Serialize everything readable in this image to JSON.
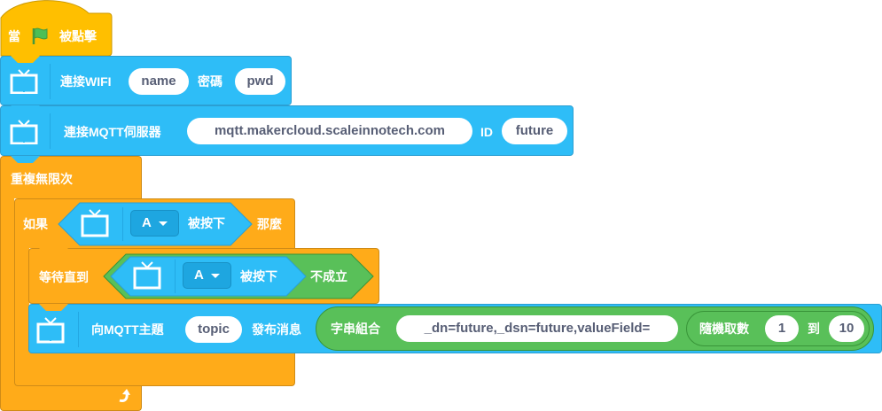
{
  "hat_block": {
    "when": "當",
    "flag_icon": "green-flag-icon",
    "clicked": "被點擊"
  },
  "wifi_block": {
    "icon": "tv-icon",
    "label": "連接WIFI",
    "name_value": "name",
    "password_label": "密碼",
    "password_value": "pwd"
  },
  "mqtt_block": {
    "icon": "tv-icon",
    "label": "連接MQTT伺服器",
    "server_value": "mqtt.makercloud.scaleinnotech.com",
    "id_label": "ID",
    "id_value": "future"
  },
  "forever_block": {
    "label": "重複無限次",
    "loop_icon": "loop-arrow-icon"
  },
  "if_block": {
    "if_label": "如果",
    "then_label": "那麼",
    "condition": {
      "icon": "tv-icon",
      "button_value": "A",
      "pressed_label": "被按下"
    }
  },
  "wait_block": {
    "label": "等待直到",
    "not_label": "不成立",
    "condition": {
      "icon": "tv-icon",
      "button_value": "A",
      "pressed_label": "被按下"
    }
  },
  "publish_block": {
    "icon": "tv-icon",
    "label": "向MQTT主題",
    "topic_value": "topic",
    "publish_label": "發布消息",
    "join": {
      "label": "字串組合",
      "text_value": "_dn=future,_dsn=future,valueField=",
      "random": {
        "label": "隨機取數",
        "from_value": "1",
        "to_label": "到",
        "to_value": "10"
      }
    }
  }
}
